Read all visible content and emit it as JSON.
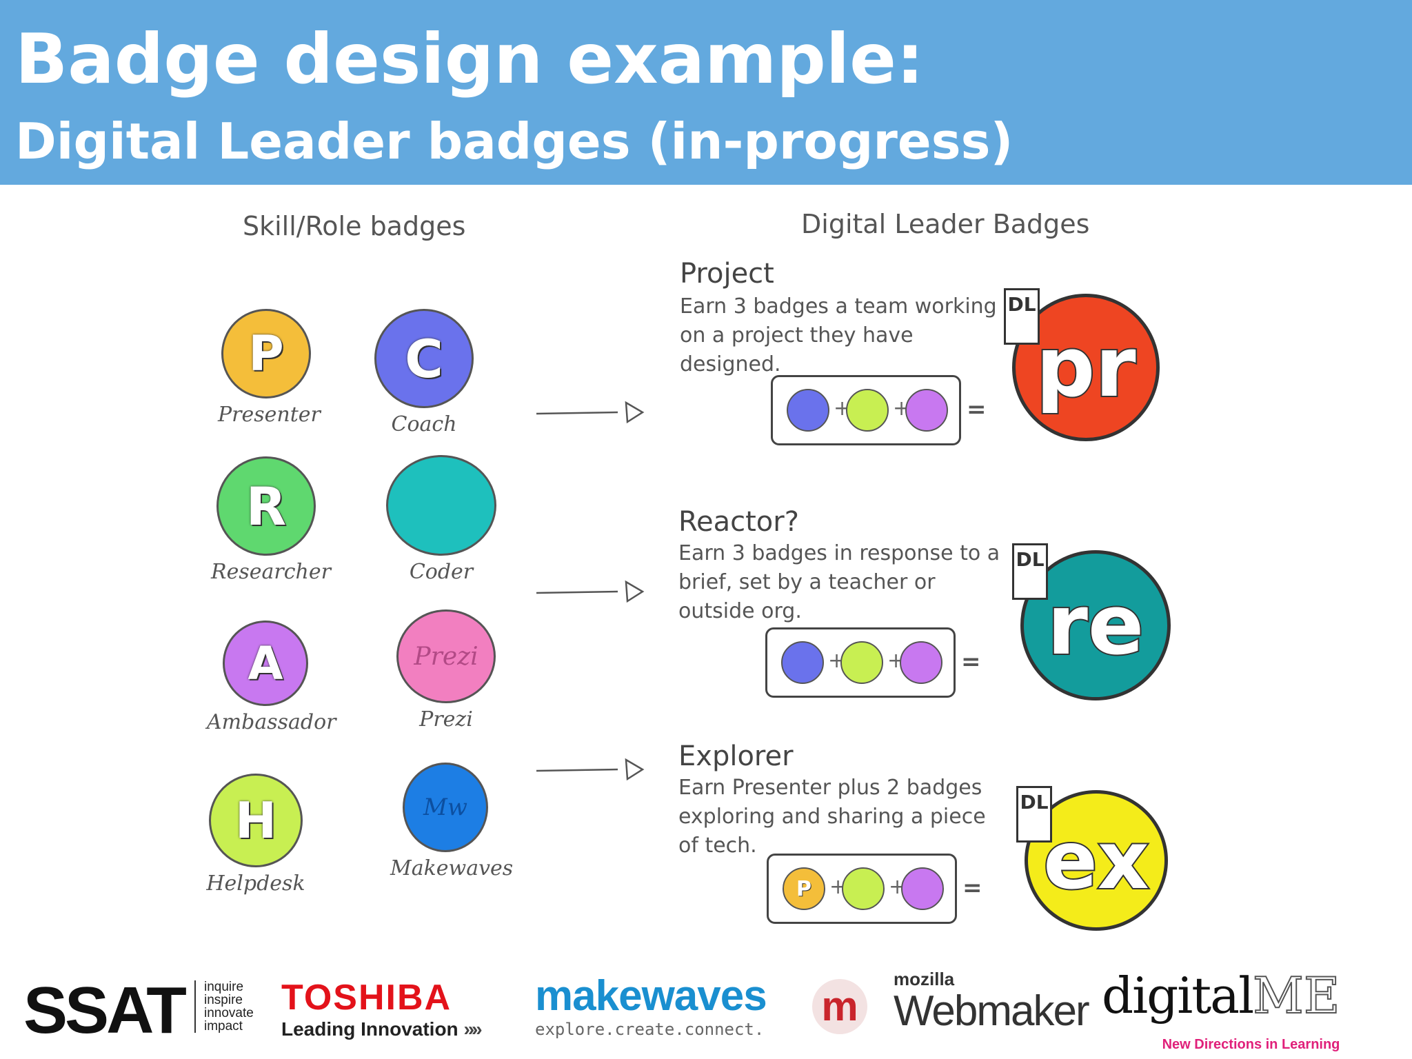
{
  "header": {
    "title": "Badge design example:",
    "subtitle": "Digital Leader badges (in-progress)"
  },
  "columns": {
    "left": "Skill/Role badges",
    "right": "Digital Leader Badges"
  },
  "skill_badges": [
    {
      "letter": "P",
      "label": "Presenter",
      "color": "#f4be3a"
    },
    {
      "letter": "C",
      "label": "Coach",
      "color": "#6a72ec"
    },
    {
      "letter": "R",
      "label": "Researcher",
      "color": "#5fd86f"
    },
    {
      "letter": "",
      "label": "Coder",
      "color": "#1ec0bd"
    },
    {
      "letter": "A",
      "label": "Ambassador",
      "color": "#c878f0"
    },
    {
      "letter": "Prezi",
      "label": "Prezi",
      "color": "#f27fc0"
    },
    {
      "letter": "H",
      "label": "Helpdesk",
      "color": "#c8ef52"
    },
    {
      "letter": "Mw",
      "label": "Makewaves",
      "color": "#1d7ee4"
    }
  ],
  "leader_badges": [
    {
      "title": "Project",
      "desc": "Earn 3 badges a team working on a project they have designed.",
      "badge": "pr",
      "tag": "DL",
      "color": "#ee4522",
      "recipe": [
        {
          "color": "#6a72ec",
          "letter": ""
        },
        {
          "color": "#c8ef52",
          "letter": ""
        },
        {
          "color": "#c878f0",
          "letter": ""
        }
      ]
    },
    {
      "title": "Reactor?",
      "desc": "Earn 3 badges in response to a brief, set by a teacher or outside org.",
      "badge": "re",
      "tag": "DL",
      "color": "#139c9c",
      "recipe": [
        {
          "color": "#6a72ec",
          "letter": ""
        },
        {
          "color": "#c8ef52",
          "letter": ""
        },
        {
          "color": "#c878f0",
          "letter": ""
        }
      ]
    },
    {
      "title": "Explorer",
      "desc": "Earn Presenter plus 2 badges exploring and sharing a piece of tech.",
      "badge": "ex",
      "tag": "DL",
      "color": "#f4ec1a",
      "recipe": [
        {
          "color": "#f4be3a",
          "letter": "P"
        },
        {
          "color": "#c8ef52",
          "letter": ""
        },
        {
          "color": "#c878f0",
          "letter": ""
        }
      ]
    }
  ],
  "symbols": {
    "plus": "+",
    "equals": "="
  },
  "logos": {
    "ssat": {
      "name": "SSAT",
      "tagline": [
        "inquire",
        "inspire",
        "innovate",
        "impact"
      ]
    },
    "toshiba": {
      "name": "TOSHIBA",
      "tagline": "Leading Innovation"
    },
    "makewaves": {
      "name": "makewaves",
      "tagline": "explore.create.connect."
    },
    "webmaker": {
      "mark": "m",
      "top": "mozilla",
      "name": "Webmaker"
    },
    "digitalme": {
      "name_a": "digital",
      "name_b": "ME",
      "tagline": "New Directions in Learning"
    }
  }
}
